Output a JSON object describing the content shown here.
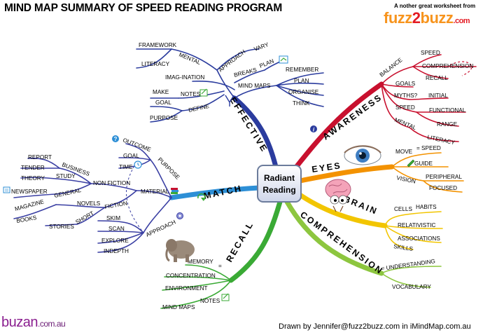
{
  "title": "MIND MAP SUMMARY OF SPEED READING PROGRAM",
  "tagline": "A nother great worksheet from",
  "brand": {
    "part1": "fuzz",
    "part2": "2",
    "part3": "buzz",
    "part4": ".com"
  },
  "footer": {
    "buzan_name": "buzan",
    "buzan_suffix": ".com.au",
    "credit": "Drawn by Jennifer@fuzz2buzz.com  in iMindMap.com.au"
  },
  "center": {
    "line1": "Radiant",
    "line2": "Reading"
  },
  "colors": {
    "effective": "#2b3c9e",
    "awareness": "#c8102e",
    "eyes": "#f39200",
    "brain": "#f2c500",
    "comprehension": "#8dc63f",
    "recall": "#3aaa35",
    "match": "#2d8fd6",
    "left_cluster": "#3a3fa3"
  },
  "branches": {
    "effective": {
      "label": "EFFECTIVE",
      "items": [
        "FRAMEWORK",
        "MENTAL",
        "LITERACY",
        "APPROACH",
        "VARY",
        "BREAKS",
        "PLAN",
        "IMAG-INATION",
        "MIND MAPS",
        "REMEMBER",
        "PLAN",
        "ORGANISE",
        "THINK",
        "MAKE",
        "NOTES",
        "GOAL",
        "DEFINE",
        "PURPOSE"
      ]
    },
    "awareness": {
      "label": "AWARENESS",
      "items": [
        "BALANCE",
        "SPEED",
        "COMPREHENSION",
        "RECALL",
        "GOALS",
        "MYTHS?",
        "INITIAL",
        "SPEED",
        "FUNCTIONAL",
        "RANGE",
        "MENTAL",
        "LITERACY"
      ]
    },
    "eyes": {
      "label": "EYES",
      "items": [
        "MOVE",
        "= SPEED",
        "GUIDE",
        "VISION",
        "PERIPHERAL",
        "FOCUSED"
      ]
    },
    "brain": {
      "label": "BRAIN",
      "items": [
        "CELLS",
        "HABITS",
        "RELATIVISTIC",
        "ASSOCIATIONS",
        "SKILLS"
      ]
    },
    "comprehension": {
      "label": "COMPREHENSION",
      "items": [
        "= UNDERSTANDING",
        "VOCABULARY"
      ]
    },
    "recall": {
      "label": "RECALL",
      "items": [
        "MEMORY",
        "=",
        "CONCENTRATION",
        "ENVIRONMENT",
        "MIND MAPS",
        "NOTES"
      ]
    },
    "match": {
      "label": "MATCH",
      "items": [
        "OUTCOME",
        "GOAL",
        "TIME",
        "PURPOSE",
        "REPORT",
        "TENDER",
        "BUSINESS",
        "THEORY",
        "STUDY",
        "NON FICTION",
        "NEWSPAPER",
        "GENERAL",
        "MATERIAL",
        "MAGAZINE",
        "NOVELS",
        "FICTION",
        "BOOKS",
        "STORIES",
        "SHORT",
        "SKIM",
        "SCAN",
        "EXPLORE",
        "INDEPTH",
        "APPROACH"
      ]
    }
  }
}
